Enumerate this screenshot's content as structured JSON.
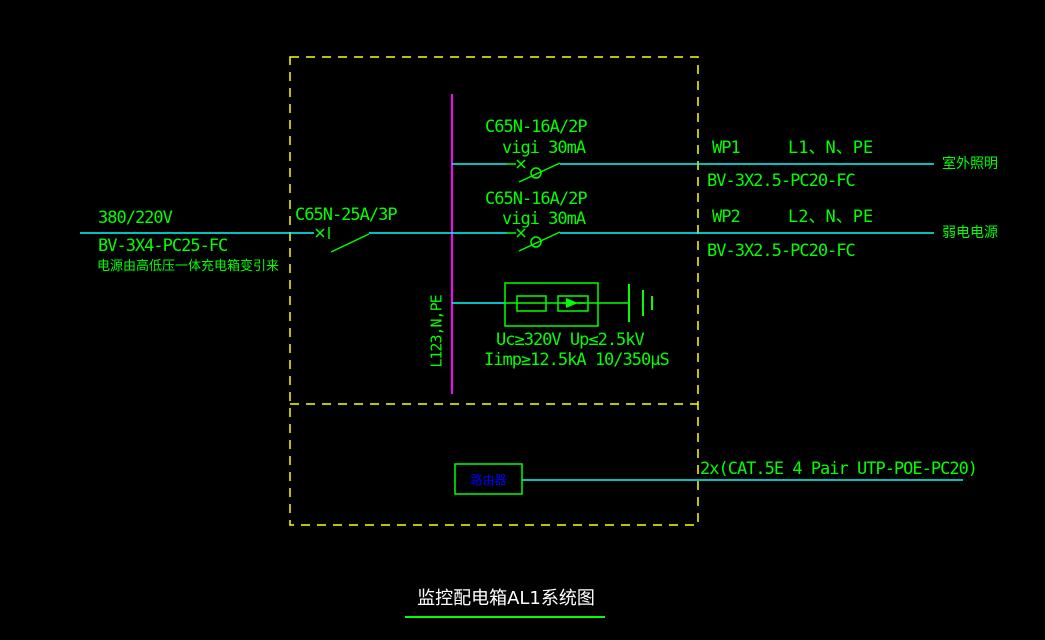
{
  "colors": {
    "background": "#000000",
    "panel_border": "#ffff00",
    "busbar": "#ff00ff",
    "wire": "#00ffff",
    "symbol": "#00ff00",
    "router_text": "#0000ff",
    "title_text": "#ffffff"
  },
  "incoming": {
    "voltage": "380/220V",
    "cable": "BV-3X4-PC25-FC",
    "note": "电源由高低压一体充电箱变引来",
    "main_breaker": "C65N-25A/3P"
  },
  "busbar_label": "L123,N,PE",
  "circuits": [
    {
      "breaker": "C65N-16A/2P",
      "rcd": "vigi 30mA",
      "id": "WP1",
      "phases": "L1、N、PE",
      "cable": "BV-3X2.5-PC20-FC",
      "load": "室外照明"
    },
    {
      "breaker": "C65N-16A/2P",
      "rcd": "vigi 30mA",
      "id": "WP2",
      "phases": "L2、N、PE",
      "cable": "BV-3X2.5-PC20-FC",
      "load": "弱电电源"
    }
  ],
  "spd": {
    "spec_line1": "Uc≥320V Up≤2.5kV",
    "spec_line2": "Iimp≥12.5kA 10/350μS"
  },
  "router": {
    "label": "路由器",
    "cable": "2x(CAT.5E 4 Pair UTP-POE-PC20)"
  },
  "title": "监控配电箱AL1系统图"
}
